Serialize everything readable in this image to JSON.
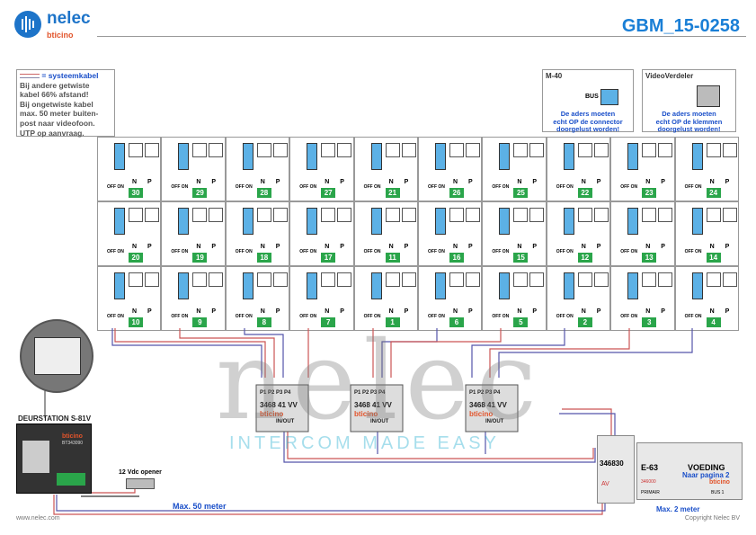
{
  "brand": {
    "name": "nelec",
    "tagline": "INTERCOM MADE EASY",
    "sub_brand": "bticino"
  },
  "doc_id": "GBM_15-0258",
  "note": {
    "legend_label": "= systeemkabel",
    "lines": [
      "Bij andere getwiste",
      "kabel 66% afstand!",
      "Bij ongetwiste kabel",
      "max. 50 meter buiten-",
      "post naar videofoon.",
      "UTP op aanvraag."
    ]
  },
  "m40": {
    "title": "M-40",
    "bus_label": "BUS",
    "text": [
      "De aders moeten",
      "echt OP de connector",
      "doorgelust worden!"
    ]
  },
  "videoverdeler": {
    "title": "VideoVerdeler",
    "text": [
      "De aders moeten",
      "echt OP de klemmen",
      "doorgelust worden!"
    ]
  },
  "phone": {
    "off_on": "OFF ON",
    "n": "N",
    "p": "P"
  },
  "rows": [
    [
      "30",
      "29",
      "28",
      "27",
      "21",
      "26",
      "25",
      "22",
      "23",
      "24"
    ],
    [
      "20",
      "19",
      "18",
      "17",
      "11",
      "16",
      "15",
      "12",
      "13",
      "14"
    ],
    [
      "10",
      "9",
      "8",
      "7",
      "1",
      "6",
      "5",
      "2",
      "3",
      "4"
    ]
  ],
  "distributor": {
    "ports": [
      "P1",
      "P2",
      "P3",
      "P4"
    ],
    "model": "3468 41",
    "vv": "VV",
    "brand": "bticino",
    "in_out": [
      "IN",
      "OUT"
    ]
  },
  "doorstation": {
    "title": "DEURSTATION S-81V",
    "model_label": "BT343090",
    "brand": "bticino"
  },
  "opener_label": "12 Vdc opener",
  "cable_note": "Max. 50 meter",
  "module_346830": {
    "model": "346830",
    "av": "AV"
  },
  "power": {
    "e63": "E-63",
    "title": "VOEDING",
    "model": "346000",
    "subtitle": "Naar pagina 2",
    "primair": "PRIMAIR",
    "output": "BUS 1",
    "brand": "bticino"
  },
  "max_2m": "Max. 2 meter",
  "footer": {
    "left": "www.nelec.com",
    "right": "Copyright Nelec BV"
  }
}
